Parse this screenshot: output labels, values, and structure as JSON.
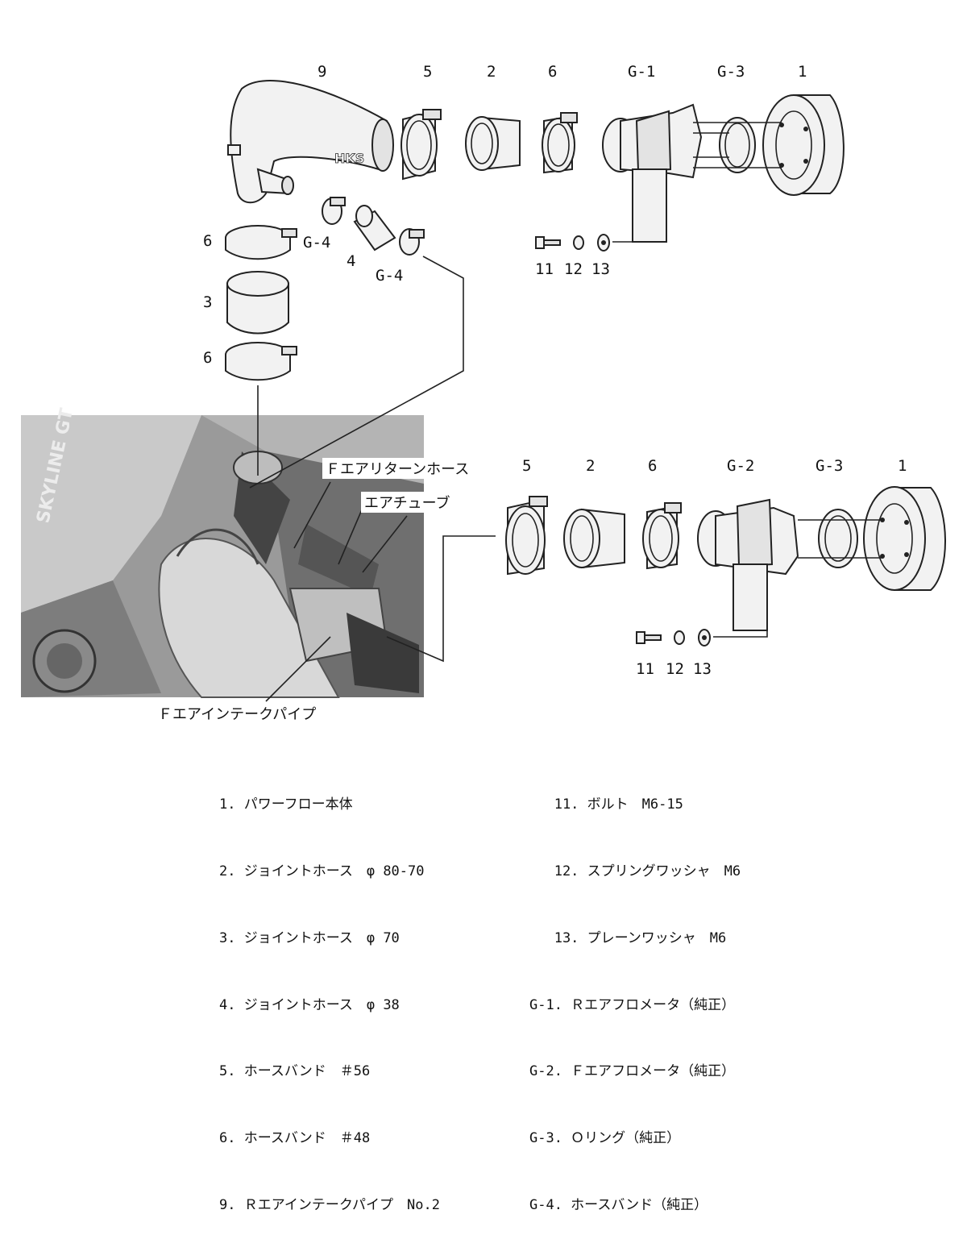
{
  "callouts_top": {
    "c9": "9",
    "c5": "5",
    "c2": "2",
    "c6": "6",
    "cg1": "G-1",
    "cg3": "G-3",
    "c1": "1",
    "c6a": "6",
    "cg4a": "G-4",
    "c4": "4",
    "cg4b": "G-4",
    "c3": "3",
    "c6b": "6",
    "c11": "11",
    "c12": "12",
    "c13": "13"
  },
  "callouts_bottom": {
    "c5": "5",
    "c2": "2",
    "c6": "6",
    "cg2": "G-2",
    "cg3": "G-3",
    "c1": "1",
    "c11": "11",
    "c12": "12",
    "c13": "13"
  },
  "photo": {
    "badge": "SKYLINE GT",
    "return_hose": "Ｆエアリターンホース",
    "air_tube": "エアチューブ",
    "intake_pipe": "Ｆエアインテークパイプ"
  },
  "logo": "HKS",
  "legend_left": [
    "1. パワーフロー本体",
    "2. ジョイントホース　φ 80-70",
    "3. ジョイントホース　φ 70",
    "4. ジョイントホース　φ 38",
    "5. ホースバンド　＃56",
    "6. ホースバンド　＃48",
    "9. Ｒエアインテークパイプ　No.2"
  ],
  "legend_right": [
    "   11. ボルト　M6-15",
    "   12. スプリングワッシャ　M6",
    "   13. プレーンワッシャ　M6",
    "G-1. Ｒエアフロメータ（純正）",
    "G-2. Ｆエアフロメータ（純正）",
    "G-3. Ｏリング（純正）",
    "G-4. ホースバンド（純正）"
  ]
}
